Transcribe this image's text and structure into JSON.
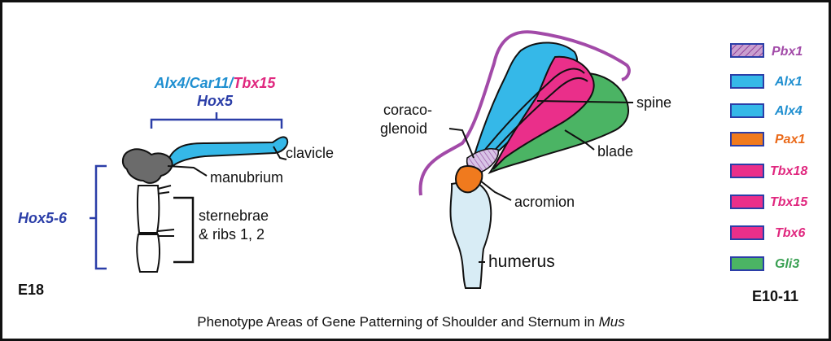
{
  "left_panel": {
    "gene_heading": {
      "part1": "Alx4/",
      "part2": "Car11",
      "part3": "/",
      "part4": "Tbx15"
    },
    "hox5": "Hox5",
    "hox5_6": "Hox5-6",
    "labels": {
      "clavicle": "clavicle",
      "manubrium": "manubrium",
      "sternebrae_line1": "sternebrae",
      "sternebrae_line2": "& ribs 1, 2"
    },
    "stage": "E18"
  },
  "center_panel": {
    "labels": {
      "coraco1": "coraco-",
      "coraco2": "glenoid",
      "spine": "spine",
      "blade": "blade",
      "acromion": "acromion",
      "humerus": "humerus"
    }
  },
  "legend": {
    "items": [
      {
        "name": "Pbx1",
        "color": "#b05ab4",
        "text_color": "#a24aa8",
        "pattern": "hatched-purple"
      },
      {
        "name": "Alx1",
        "color": "#35b8e8",
        "text_color": "#1f8fd0",
        "pattern": "solid"
      },
      {
        "name": "Alx4",
        "color": "#35b8e8",
        "text_color": "#1f8fd0",
        "pattern": "solid"
      },
      {
        "name": "Pax1",
        "color": "#f07a1e",
        "text_color": "#ea6a1a",
        "pattern": "solid"
      },
      {
        "name": "Tbx18",
        "color": "#ea2f8a",
        "text_color": "#e0287f",
        "pattern": "solid"
      },
      {
        "name": "Tbx15",
        "color": "#ea2f8a",
        "text_color": "#e0287f",
        "pattern": "solid"
      },
      {
        "name": "Tbx6",
        "color": "#ea2f8a",
        "text_color": "#e0287f",
        "pattern": "solid"
      },
      {
        "name": "Gli3",
        "color": "#4bb464",
        "text_color": "#3aa053",
        "pattern": "solid"
      }
    ],
    "stage": "E10-11"
  },
  "caption": {
    "text": "Phenotype Areas of Gene Patterning of Shoulder and Sternum in ",
    "italic": "Mus"
  }
}
